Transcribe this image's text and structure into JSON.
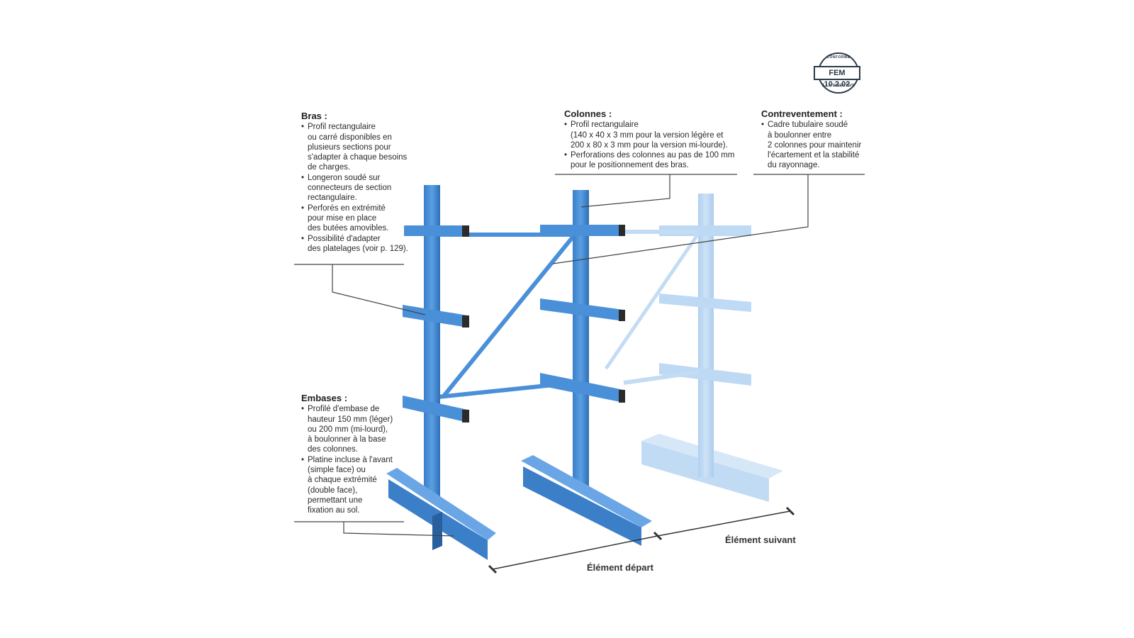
{
  "badge": {
    "top_text": "CONFORME",
    "main_text": "FEM 10.2.02",
    "bottom_text": "À LA DIRECTIVE"
  },
  "bras": {
    "title": "Bras :",
    "items": [
      "Profil rectangulaire\nou carré disponibles en\nplusieurs sections pour\ns'adapter à chaque besoins\nde charges.",
      "Longeron soudé sur\nconnecteurs de section\nrectangulaire.",
      "Perforés en extrémité\npour mise en place\ndes butées amovibles.",
      "Possibilité d'adapter\ndes platelages (voir p. 129)."
    ]
  },
  "colonnes": {
    "title": "Colonnes :",
    "items": [
      "Profil rectangulaire\n(140 x 40 x 3 mm pour la version légère et\n200 x 80 x 3 mm pour la version mi-lourde).",
      "Perforations des colonnes au pas de 100 mm\npour le positionnement des bras."
    ]
  },
  "contreventement": {
    "title": "Contreventement :",
    "items": [
      "Cadre tubulaire soudé\nà boulonner entre\n2 colonnes pour maintenir\nl'écartement et la stabilité\ndu rayonnage."
    ]
  },
  "embases": {
    "title": "Embases :",
    "items": [
      "Profilé d'embase de\nhauteur 150 mm (léger)\nou 200 mm (mi-lourd),\nà boulonner à la base\ndes colonnes.",
      "Platine incluse à l'avant\n(simple face) ou\nà chaque extrémité\n(double face),\npermettant une\nfixation au sol."
    ]
  },
  "dimensions": {
    "start_label": "Élément départ",
    "next_label": "Élément suivant"
  },
  "colors": {
    "steel": "#4a90d9",
    "steel_dark": "#2f6fb5",
    "steel_light": "#7fb2e8",
    "ghost": "#a9cdf0",
    "leader": "#444444"
  }
}
